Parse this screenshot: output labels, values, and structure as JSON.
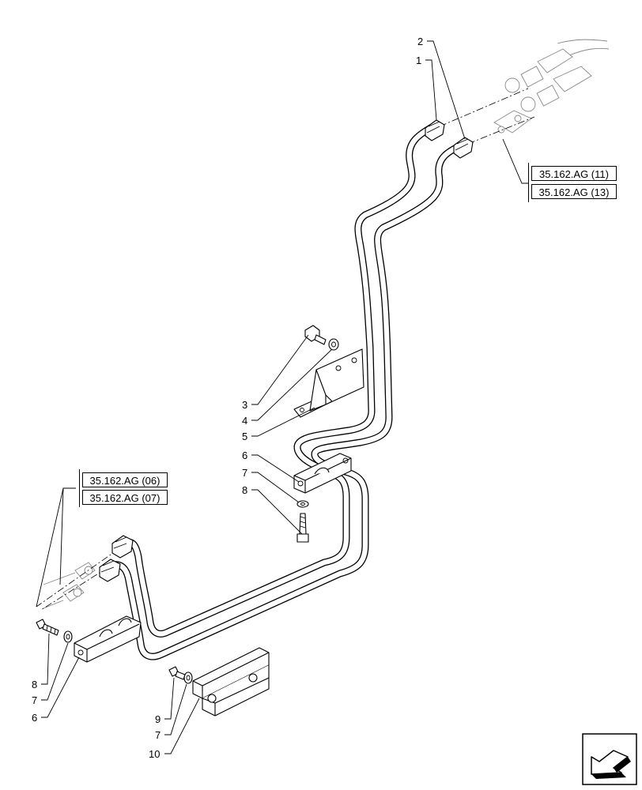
{
  "callouts": {
    "n1": "1",
    "n2": "2",
    "n3": "3",
    "n4": "4",
    "n5": "5",
    "n6a": "6",
    "n6b": "6",
    "n7a": "7",
    "n7b": "7",
    "n7c": "7",
    "n8a": "8",
    "n8b": "8",
    "n9": "9",
    "n10": "10"
  },
  "references": {
    "top_right": [
      "35.162.AG (11)",
      "35.162.AG (13)"
    ],
    "left": [
      "35.162.AG (06)",
      "35.162.AG (07)"
    ]
  },
  "icons": {
    "navigation": "next-page-arrow-icon"
  }
}
